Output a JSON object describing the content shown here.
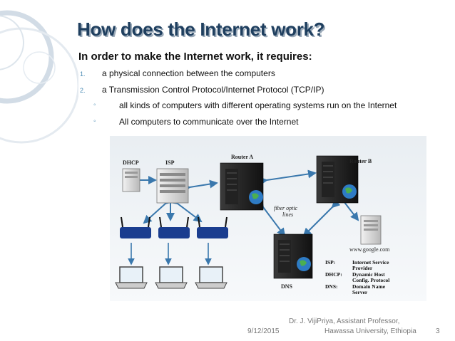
{
  "slide": {
    "title": "How does the Internet work?",
    "intro": "In order to make the Internet work, it requires:",
    "items": [
      {
        "num": "1.",
        "text": "a physical connection between the computers"
      },
      {
        "num": "2.",
        "text": "a Transmission Control Protocol/Internet Protocol (TCP/IP)"
      }
    ],
    "subitems": [
      {
        "bullet": "◦",
        "text": "all kinds of computers with different operating systems run on the Internet"
      },
      {
        "bullet": "◦",
        "text": "All computers to communicate over the Internet"
      }
    ]
  },
  "diagram": {
    "labels": {
      "dhcp": "DHCP",
      "isp": "ISP",
      "router_a": "Router A",
      "router_b": "Router B",
      "fiber": "fiber optic",
      "fiber2": "lines",
      "google": "www.google.com",
      "dns": "DNS"
    },
    "legend": [
      {
        "key": "ISP:",
        "lines": [
          "Internet Service",
          "Provider"
        ]
      },
      {
        "key": "DHCP:",
        "lines": [
          "Dynamic Host",
          "Config. Protocol"
        ]
      },
      {
        "key": "DNS:",
        "lines": [
          "Domain Name",
          "Server"
        ]
      }
    ]
  },
  "footer": {
    "date": "9/12/2015",
    "author_line1": "Dr. J. VijiPriya, Assistant Professor,",
    "author_line2": "Hawassa University, Ethiopia",
    "page": "3"
  },
  "colors": {
    "title": "#1f3f5f",
    "accent": "#4a8bb4",
    "arrow": "#3a78ad"
  }
}
